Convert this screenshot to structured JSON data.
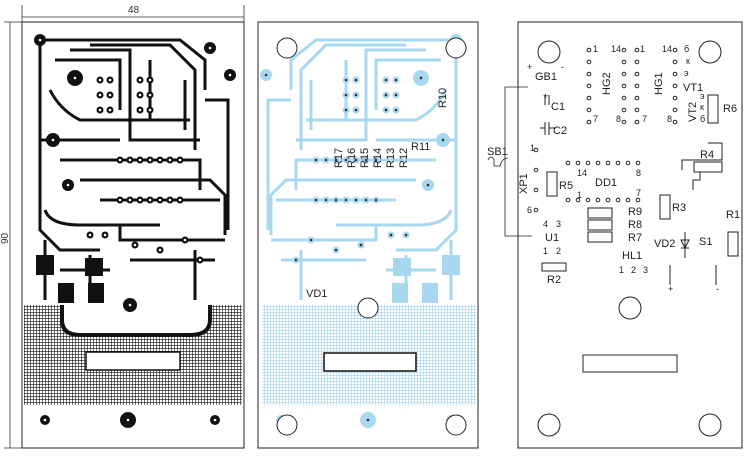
{
  "dimensions": {
    "width_label": "48",
    "height_label": "90"
  },
  "colors": {
    "copper_dark": "#111111",
    "copper_light": "#a8d8f0",
    "outline": "#222222"
  },
  "left_panel": {
    "title": "copper side (mirrored)"
  },
  "middle_panel": {
    "labels": [
      "R17",
      "R16",
      "R15",
      "R14",
      "R13",
      "R12",
      "R11",
      "R10",
      "VD1"
    ]
  },
  "right_panel": {
    "components": {
      "gb1": "GB1",
      "c1": "C1",
      "c2": "C2",
      "sb1": "SB1",
      "xp1": "XP1",
      "hg2": "HG2",
      "hg1": "HG1",
      "vt1": "VT1",
      "vt2": "VT2",
      "r6": "R6",
      "r4": "R4",
      "r5": "R5",
      "dd1": "DD1",
      "r3": "R3",
      "r9": "R9",
      "r8": "R8",
      "r7": "R7",
      "u1": "U1",
      "r2": "R2",
      "hl1": "HL1",
      "vd2": "VD2",
      "s1": "S1",
      "r1": "R1"
    },
    "pins": {
      "hg2_1": "1",
      "hg2_14": "14",
      "hg2_7": "7",
      "hg2_8": "8",
      "hg1_1": "1",
      "hg1_14": "14",
      "hg1_7": "7",
      "hg1_8": "8",
      "vt1_b": "б",
      "vt1_k": "к",
      "vt1_e": "э",
      "vt2_e": "э",
      "vt2_k": "к",
      "vt2_b": "б",
      "xp1_1": "1",
      "xp1_6": "6",
      "dd1_14": "14",
      "dd1_8": "8",
      "dd1_1": "1",
      "dd1_7": "7",
      "u1_4": "4",
      "u1_3": "3",
      "u1_1": "1",
      "u1_2": "2",
      "hl1_1": "1",
      "hl1_2": "2",
      "hl1_3": "3",
      "gb1_plus": "+",
      "gb1_minus": "-",
      "c1_plus": "+",
      "out_plus": "+",
      "out_minus": "-"
    }
  }
}
